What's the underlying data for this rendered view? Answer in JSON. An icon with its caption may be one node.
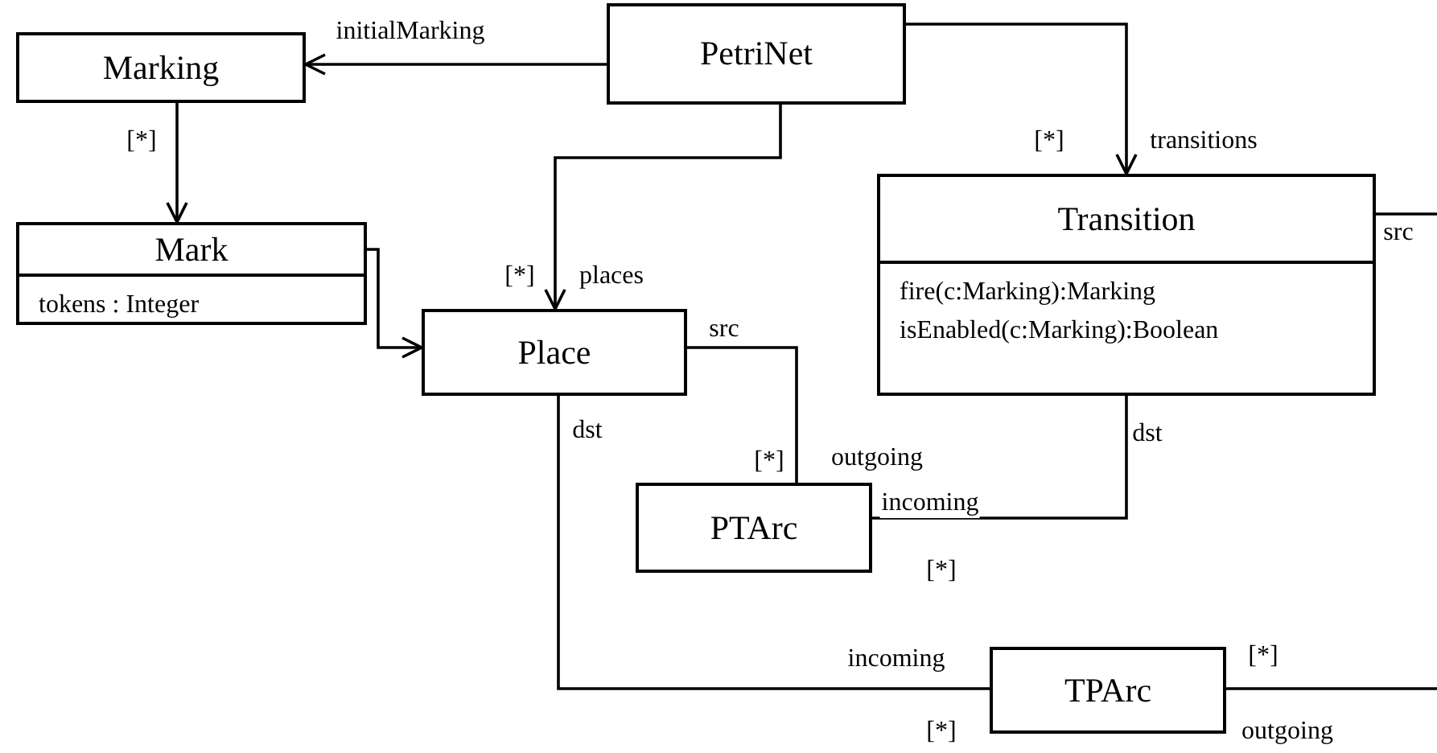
{
  "diagram": {
    "nodes": [
      {
        "text": [
          "Marking"
        ]
      },
      {
        "text": [
          "PetriNet"
        ]
      },
      {
        "text": [
          "Mark",
          "tokens : Integer"
        ]
      },
      {
        "text": [
          "Place"
        ]
      },
      {
        "text": [
          "Transition",
          "fire(c:Marking):Marking",
          "isEnabled(c:Marking):Boolean"
        ]
      },
      {
        "text": [
          "PTArc"
        ]
      },
      {
        "text": [
          "TPArc"
        ]
      }
    ],
    "edges": [
      {
        "from": 1,
        "to": 0,
        "arrow": "to",
        "label": "initialMarking"
      },
      {
        "from": 0,
        "to": 2,
        "arrow": "to",
        "label": "[*]"
      },
      {
        "from": 1,
        "to": 4,
        "arrow": "to",
        "label": "transitions"
      },
      {
        "from": 1,
        "to": 3,
        "arrow": "to",
        "label": "places"
      },
      {
        "from": 2,
        "to": 3,
        "arrow": "to"
      },
      {
        "from": 3,
        "to": 5,
        "arrow": "none",
        "label": "src"
      },
      {
        "from": 4,
        "to": 5,
        "arrow": "none",
        "label": "dst"
      },
      {
        "from": 3,
        "to": 6,
        "arrow": "none",
        "label": "dst"
      },
      {
        "from": 4,
        "to": null,
        "arrow": "none",
        "label": "src"
      },
      {
        "from": 6,
        "to": null,
        "arrow": "none",
        "label": "outgoing"
      }
    ],
    "labels": [
      "[*]",
      "[*]",
      "outgoing",
      "[*]",
      "incoming",
      "[*]",
      "incoming",
      "[*]",
      "[*]"
    ]
  }
}
